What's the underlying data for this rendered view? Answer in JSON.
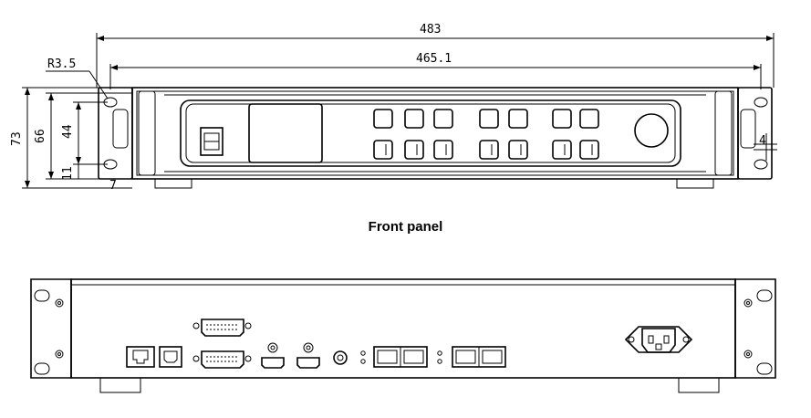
{
  "dimensions": {
    "overall_width": "483",
    "panel_width": "465.1",
    "hole_radius": "R3.5",
    "total_height": "73",
    "body_height": "66",
    "hole_spacing": "44",
    "hole_offset": "11",
    "foot_height": "7",
    "ear_thickness": "4"
  },
  "captions": {
    "front": "Front panel"
  }
}
